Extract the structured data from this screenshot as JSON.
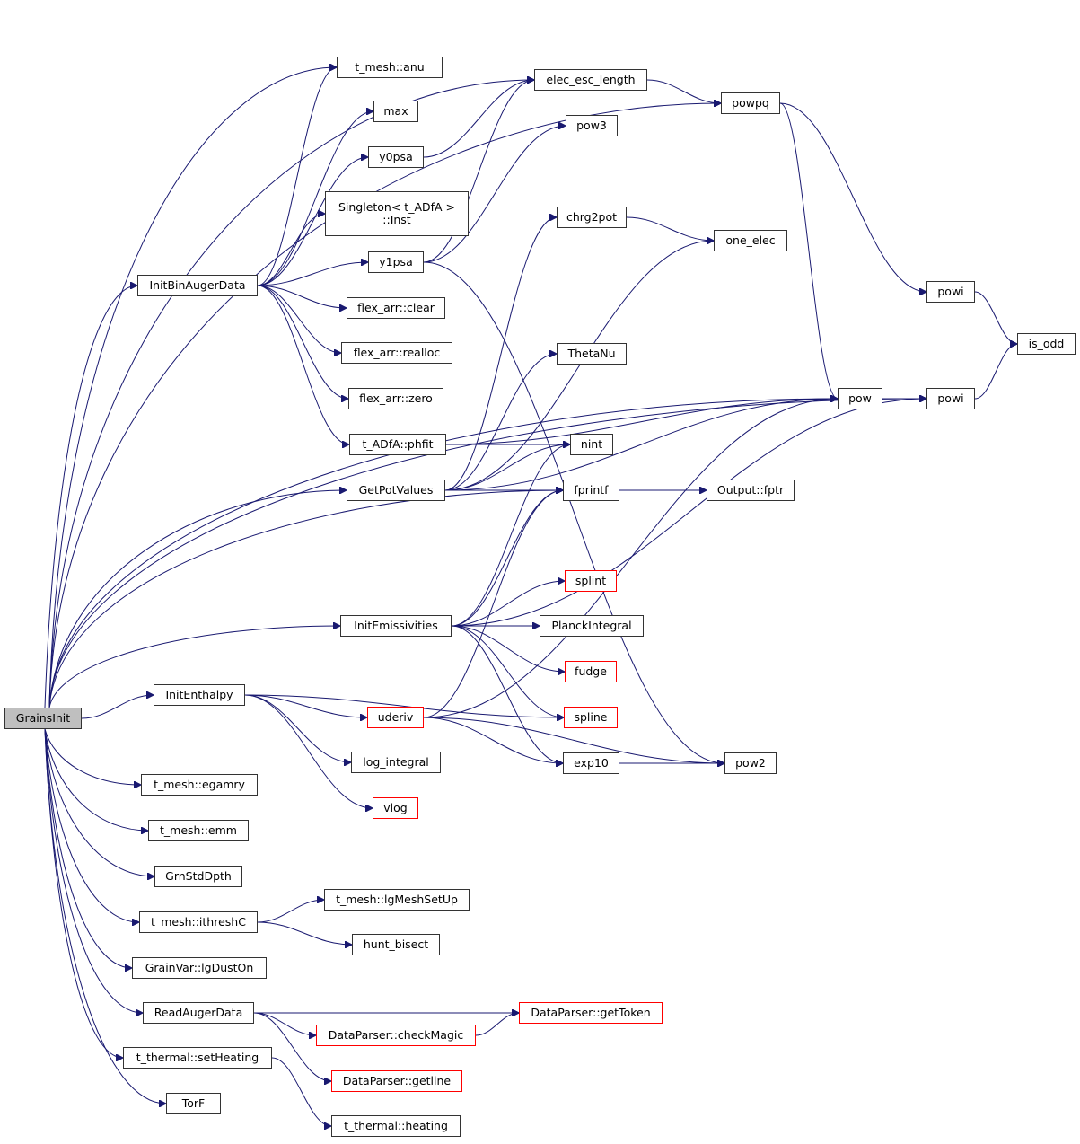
{
  "graph": {
    "title": "GrainsInit call graph",
    "colors": {
      "edge": "#191970",
      "root_fill": "#bfbfbf",
      "node_border": "#333333",
      "truncated_border": "#ff0000"
    },
    "nodes": [
      {
        "id": "GrainsInit",
        "label": "GrainsInit",
        "kind": "root"
      },
      {
        "id": "t_mesh_anu",
        "label": "t_mesh::anu",
        "kind": "normal"
      },
      {
        "id": "elec_esc_length",
        "label": "elec_esc_length",
        "kind": "normal"
      },
      {
        "id": "powpq",
        "label": "powpq",
        "kind": "normal"
      },
      {
        "id": "max",
        "label": "max",
        "kind": "normal"
      },
      {
        "id": "pow3",
        "label": "pow3",
        "kind": "normal"
      },
      {
        "id": "y0psa",
        "label": "y0psa",
        "kind": "normal"
      },
      {
        "id": "singleton_inst",
        "label": "Singleton< t_ADfA >\n::Inst",
        "kind": "normal"
      },
      {
        "id": "chrg2pot",
        "label": "chrg2pot",
        "kind": "normal"
      },
      {
        "id": "one_elec",
        "label": "one_elec",
        "kind": "normal"
      },
      {
        "id": "y1psa",
        "label": "y1psa",
        "kind": "normal"
      },
      {
        "id": "InitBinAugerData",
        "label": "InitBinAugerData",
        "kind": "normal"
      },
      {
        "id": "powi_top",
        "label": "powi",
        "kind": "normal"
      },
      {
        "id": "is_odd",
        "label": "is_odd",
        "kind": "normal"
      },
      {
        "id": "flex_clear",
        "label": "flex_arr::clear",
        "kind": "normal"
      },
      {
        "id": "flex_realloc",
        "label": "flex_arr::realloc",
        "kind": "normal"
      },
      {
        "id": "ThetaNu",
        "label": "ThetaNu",
        "kind": "normal"
      },
      {
        "id": "flex_zero",
        "label": "flex_arr::zero",
        "kind": "normal"
      },
      {
        "id": "pow",
        "label": "pow",
        "kind": "normal"
      },
      {
        "id": "powi_bot",
        "label": "powi",
        "kind": "normal"
      },
      {
        "id": "phfit",
        "label": "t_ADfA::phfit",
        "kind": "normal"
      },
      {
        "id": "nint",
        "label": "nint",
        "kind": "normal"
      },
      {
        "id": "GetPotValues",
        "label": "GetPotValues",
        "kind": "normal"
      },
      {
        "id": "fprintf",
        "label": "fprintf",
        "kind": "normal"
      },
      {
        "id": "output_fptr",
        "label": "Output::fptr",
        "kind": "normal"
      },
      {
        "id": "splint",
        "label": "splint",
        "kind": "truncated"
      },
      {
        "id": "InitEmissivities",
        "label": "InitEmissivities",
        "kind": "normal"
      },
      {
        "id": "PlanckIntegral",
        "label": "PlanckIntegral",
        "kind": "normal"
      },
      {
        "id": "fudge",
        "label": "fudge",
        "kind": "truncated"
      },
      {
        "id": "InitEnthalpy",
        "label": "InitEnthalpy",
        "kind": "normal"
      },
      {
        "id": "uderiv",
        "label": "uderiv",
        "kind": "truncated"
      },
      {
        "id": "spline",
        "label": "spline",
        "kind": "truncated"
      },
      {
        "id": "log_integral",
        "label": "log_integral",
        "kind": "normal"
      },
      {
        "id": "exp10",
        "label": "exp10",
        "kind": "normal"
      },
      {
        "id": "pow2",
        "label": "pow2",
        "kind": "normal"
      },
      {
        "id": "egamry",
        "label": "t_mesh::egamry",
        "kind": "normal"
      },
      {
        "id": "vlog",
        "label": "vlog",
        "kind": "truncated"
      },
      {
        "id": "emm",
        "label": "t_mesh::emm",
        "kind": "normal"
      },
      {
        "id": "GrnStdDpth",
        "label": "GrnStdDpth",
        "kind": "normal"
      },
      {
        "id": "lgMeshSetUp",
        "label": "t_mesh::lgMeshSetUp",
        "kind": "normal"
      },
      {
        "id": "ithreshC",
        "label": "t_mesh::ithreshC",
        "kind": "normal"
      },
      {
        "id": "hunt_bisect",
        "label": "hunt_bisect",
        "kind": "normal"
      },
      {
        "id": "lgDustOn",
        "label": "GrainVar::lgDustOn",
        "kind": "normal"
      },
      {
        "id": "ReadAugerData",
        "label": "ReadAugerData",
        "kind": "normal"
      },
      {
        "id": "getToken",
        "label": "DataParser::getToken",
        "kind": "truncated"
      },
      {
        "id": "checkMagic",
        "label": "DataParser::checkMagic",
        "kind": "truncated"
      },
      {
        "id": "setHeating",
        "label": "t_thermal::setHeating",
        "kind": "normal"
      },
      {
        "id": "getline",
        "label": "DataParser::getline",
        "kind": "truncated"
      },
      {
        "id": "TorF",
        "label": "TorF",
        "kind": "normal"
      },
      {
        "id": "heating",
        "label": "t_thermal::heating",
        "kind": "normal"
      }
    ],
    "edges": [
      [
        "GrainsInit",
        "t_mesh_anu"
      ],
      [
        "GrainsInit",
        "elec_esc_length"
      ],
      [
        "GrainsInit",
        "powpq"
      ],
      [
        "GrainsInit",
        "InitBinAugerData"
      ],
      [
        "GrainsInit",
        "GetPotValues"
      ],
      [
        "GrainsInit",
        "fprintf"
      ],
      [
        "GrainsInit",
        "powi_bot"
      ],
      [
        "GrainsInit",
        "InitEmissivities"
      ],
      [
        "GrainsInit",
        "InitEnthalpy"
      ],
      [
        "GrainsInit",
        "pow"
      ],
      [
        "GrainsInit",
        "egamry"
      ],
      [
        "GrainsInit",
        "emm"
      ],
      [
        "GrainsInit",
        "GrnStdDpth"
      ],
      [
        "GrainsInit",
        "ithreshC"
      ],
      [
        "GrainsInit",
        "lgDustOn"
      ],
      [
        "GrainsInit",
        "ReadAugerData"
      ],
      [
        "GrainsInit",
        "setHeating"
      ],
      [
        "GrainsInit",
        "TorF"
      ],
      [
        "InitBinAugerData",
        "t_mesh_anu"
      ],
      [
        "InitBinAugerData",
        "max"
      ],
      [
        "InitBinAugerData",
        "y0psa"
      ],
      [
        "InitBinAugerData",
        "singleton_inst"
      ],
      [
        "InitBinAugerData",
        "y1psa"
      ],
      [
        "InitBinAugerData",
        "flex_clear"
      ],
      [
        "InitBinAugerData",
        "flex_realloc"
      ],
      [
        "InitBinAugerData",
        "flex_zero"
      ],
      [
        "InitBinAugerData",
        "phfit"
      ],
      [
        "y0psa",
        "elec_esc_length"
      ],
      [
        "y1psa",
        "elec_esc_length"
      ],
      [
        "y1psa",
        "pow3"
      ],
      [
        "y1psa",
        "pow2"
      ],
      [
        "elec_esc_length",
        "powpq"
      ],
      [
        "powpq",
        "pow"
      ],
      [
        "powpq",
        "powi_top"
      ],
      [
        "powi_top",
        "is_odd"
      ],
      [
        "pow",
        "powi_bot"
      ],
      [
        "powi_bot",
        "is_odd"
      ],
      [
        "chrg2pot",
        "one_elec"
      ],
      [
        "phfit",
        "nint"
      ],
      [
        "phfit",
        "pow"
      ],
      [
        "GetPotValues",
        "chrg2pot"
      ],
      [
        "GetPotValues",
        "one_elec"
      ],
      [
        "GetPotValues",
        "ThetaNu"
      ],
      [
        "GetPotValues",
        "nint"
      ],
      [
        "GetPotValues",
        "fprintf"
      ],
      [
        "GetPotValues",
        "pow"
      ],
      [
        "fprintf",
        "output_fptr"
      ],
      [
        "InitEmissivities",
        "nint"
      ],
      [
        "InitEmissivities",
        "fprintf"
      ],
      [
        "InitEmissivities",
        "splint"
      ],
      [
        "InitEmissivities",
        "PlanckIntegral"
      ],
      [
        "InitEmissivities",
        "fudge"
      ],
      [
        "InitEmissivities",
        "spline"
      ],
      [
        "InitEmissivities",
        "exp10"
      ],
      [
        "InitEmissivities",
        "powi_bot"
      ],
      [
        "InitEnthalpy",
        "uderiv"
      ],
      [
        "InitEnthalpy",
        "spline"
      ],
      [
        "InitEnthalpy",
        "log_integral"
      ],
      [
        "InitEnthalpy",
        "vlog"
      ],
      [
        "uderiv",
        "fprintf"
      ],
      [
        "uderiv",
        "exp10"
      ],
      [
        "uderiv",
        "pow2"
      ],
      [
        "uderiv",
        "pow"
      ],
      [
        "exp10",
        "pow2"
      ],
      [
        "ithreshC",
        "lgMeshSetUp"
      ],
      [
        "ithreshC",
        "hunt_bisect"
      ],
      [
        "ReadAugerData",
        "getToken"
      ],
      [
        "ReadAugerData",
        "checkMagic"
      ],
      [
        "ReadAugerData",
        "getline"
      ],
      [
        "checkMagic",
        "getToken"
      ],
      [
        "setHeating",
        "heating"
      ]
    ]
  }
}
